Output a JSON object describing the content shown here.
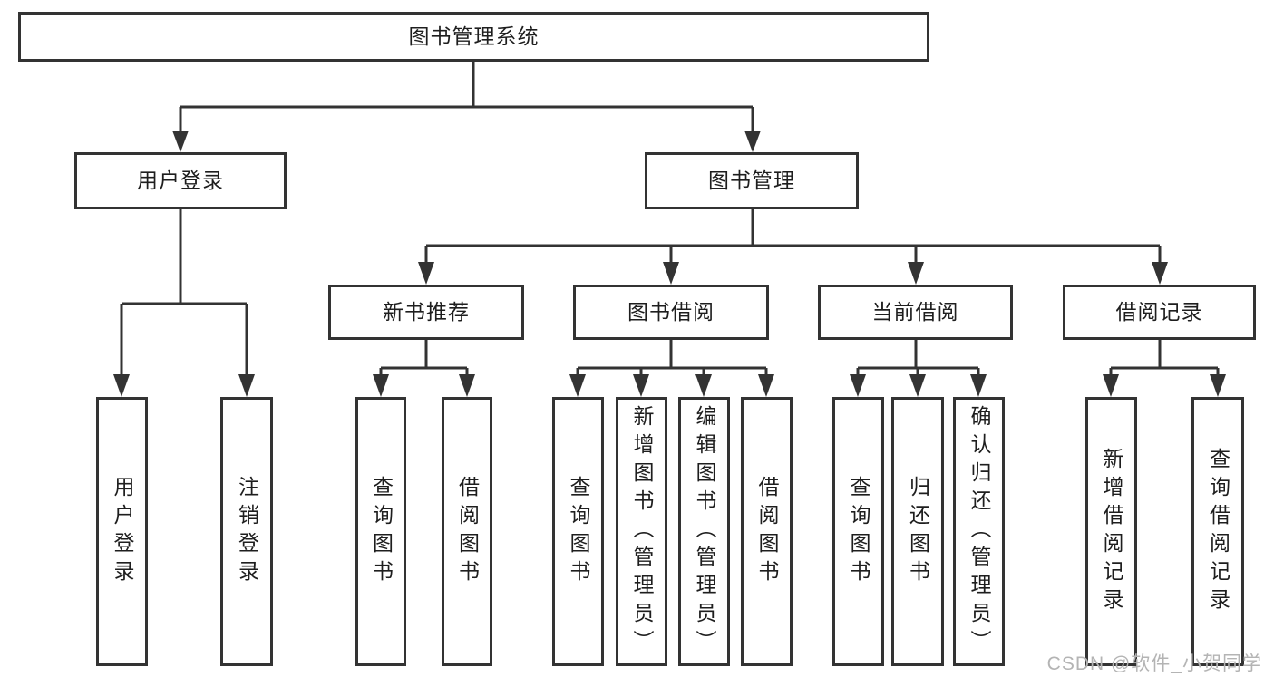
{
  "tree": {
    "root": {
      "label": "图书管理系统"
    },
    "children": [
      {
        "label": "用户登录",
        "children": [
          {
            "label": "用户登录"
          },
          {
            "label": "注销登录"
          }
        ]
      },
      {
        "label": "图书管理",
        "children": [
          {
            "label": "新书推荐",
            "children": [
              {
                "label": "查询图书"
              },
              {
                "label": "借阅图书"
              }
            ]
          },
          {
            "label": "图书借阅",
            "children": [
              {
                "label": "查询图书"
              },
              {
                "label": "新增图书（管理员）"
              },
              {
                "label": "编辑图书（管理员）"
              },
              {
                "label": "借阅图书"
              }
            ]
          },
          {
            "label": "当前借阅",
            "children": [
              {
                "label": "查询图书"
              },
              {
                "label": "归还图书"
              },
              {
                "label": "确认归还（管理员）"
              }
            ]
          },
          {
            "label": "借阅记录",
            "children": [
              {
                "label": "新增借阅记录"
              },
              {
                "label": "查询借阅记录"
              }
            ]
          }
        ]
      }
    ]
  },
  "watermark": "CSDN @软件_小贺同学",
  "colors": {
    "line": "#333333",
    "box_border": "#333333",
    "text": "#1e1e1e",
    "watermark": "#b4b4b4",
    "background": "#ffffff"
  }
}
